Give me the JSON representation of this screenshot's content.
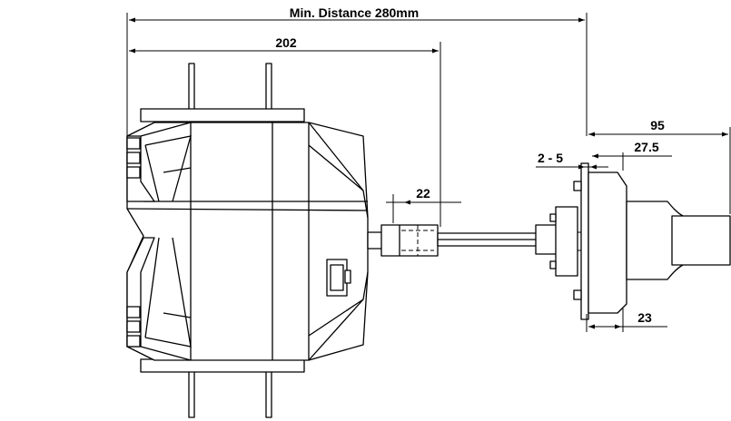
{
  "dimensions": {
    "min_distance": "Min. Distance 280mm",
    "housing_length": "202",
    "shaft_sleeve": "22",
    "flange_gap": "2 - 5",
    "flange_depth": "27.5",
    "overall_width": "95",
    "flange_thickness": "23"
  }
}
